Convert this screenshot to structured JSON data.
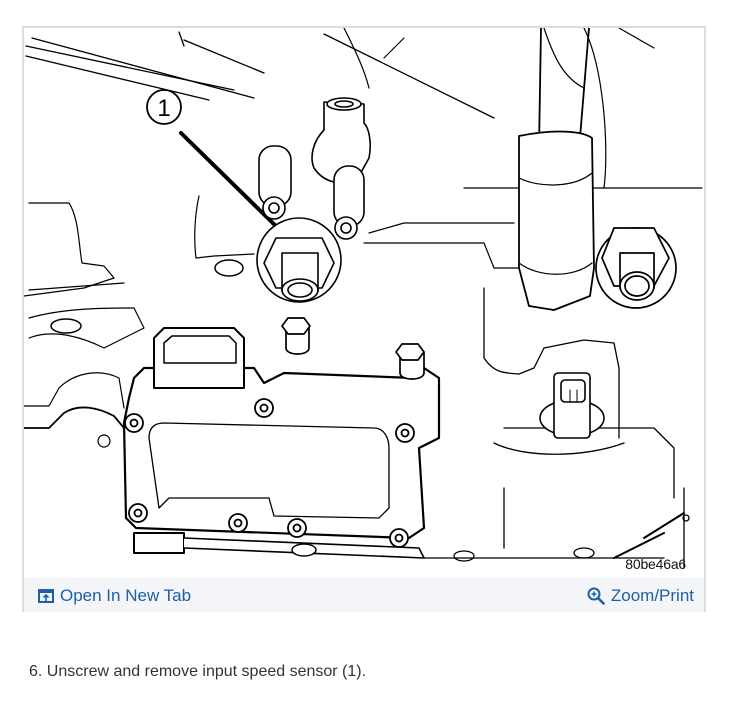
{
  "figure": {
    "callout_number": "1",
    "image_id": "80be46a6",
    "footer": {
      "open_new_tab": {
        "label": "Open In New Tab",
        "icon": "open-in-new-tab-icon"
      },
      "zoom_print": {
        "label": "Zoom/Print",
        "icon": "zoom-in-icon"
      }
    }
  },
  "instructions": {
    "step_text": "6. Unscrew and remove input speed sensor (1)."
  },
  "colors": {
    "link": "#1f5fa8",
    "footer_bg": "#f3f5f8",
    "frame_border": "#dcdcdc",
    "body_text": "#333333"
  }
}
